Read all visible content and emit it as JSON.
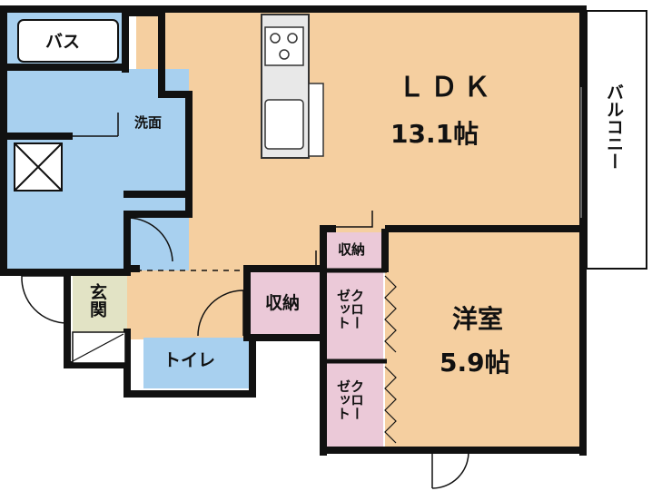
{
  "rooms": {
    "ldk_name": "ＬＤＫ",
    "ldk_size": "13.1帖",
    "western_name": "洋室",
    "western_size": "5.9帖",
    "bath": "バス",
    "washroom": "洗面",
    "entrance": "玄関",
    "toilet": "トイレ",
    "storage_small": "収納",
    "storage_hall": "収納",
    "closet_1": "クロー\nゼット",
    "closet_2": "クロー\nゼット",
    "balcony": "バルコニー"
  },
  "colors": {
    "ldk": "#f5cfa0",
    "water_area": "#a8d0ef",
    "storage": "#ebc9d8",
    "entrance": "#e2e3c5",
    "wall": "#111111",
    "fixture": "#e8e8e8"
  }
}
